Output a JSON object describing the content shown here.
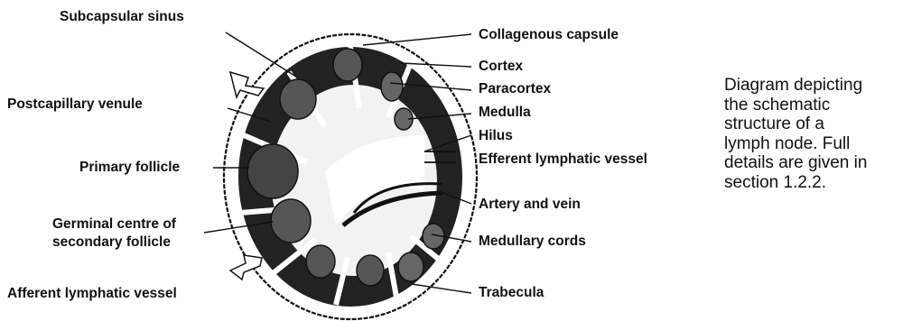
{
  "labels": {
    "subcapsular_sinus": "Subcapsular  sinus",
    "postcapillary_venule": "Postcapillary venule",
    "primary_follicle": "Primary follicle",
    "germinal_centre_line1": "Germinal centre of",
    "germinal_centre_line2": "secondary follicle",
    "afferent_lymphatic_vessel": "Afferent lymphatic vessel",
    "collagenous_capsule": "Collagenous capsule",
    "cortex": "Cortex",
    "paracortex": "Paracortex",
    "medulla": "Medulla",
    "hilus": "Hilus",
    "efferent_lymphatic_vessel": "Efferent lymphatic vessel",
    "artery_and_vein": "Artery and vein",
    "medullary_cords": "Medullary cords",
    "trabecula": "Trabecula"
  },
  "caption": {
    "lines": [
      "Diagram depicting",
      "the schematic",
      "structure of a",
      "lymph node. Full",
      "details are given in",
      "section 1.2.2."
    ]
  }
}
